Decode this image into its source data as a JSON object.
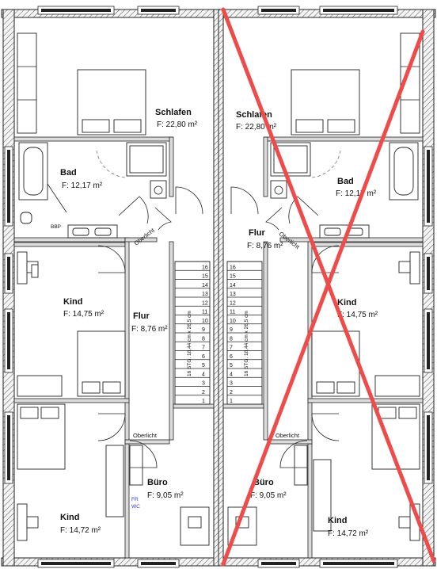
{
  "rooms": {
    "left": {
      "schlafen": {
        "name": "Schlafen",
        "area": "F: 22,80 m²"
      },
      "bad": {
        "name": "Bad",
        "area": "F: 12,17 m²"
      },
      "kind_top": {
        "name": "Kind",
        "area": "F: 14,75 m²"
      },
      "flur": {
        "name": "Flur",
        "area": "F: 8,76 m²"
      },
      "buero": {
        "name": "Büro",
        "area": "F: 9,05 m²"
      },
      "kind_bottom": {
        "name": "Kind",
        "area": "F: 14,72 m²"
      }
    },
    "right": {
      "schlafen": {
        "name": "Schlafen",
        "area": "F: 22,80 m²"
      },
      "bad": {
        "name": "Bad",
        "area": "F: 12,17 m²"
      },
      "kind_top": {
        "name": "Kind",
        "area": "F: 14,75 m²"
      },
      "flur": {
        "name": "Flur",
        "area": "F: 8,76 m²"
      },
      "buero": {
        "name": "Büro",
        "area": "F: 9,05 m²"
      },
      "kind_bottom": {
        "name": "Kind",
        "area": "F: 14,72 m²"
      }
    }
  },
  "labels": {
    "oberlicht": "Oberlicht",
    "stair_spec": "16 STG. 18,44 cm x 26,5 cm",
    "fr": "FR",
    "wc": "WC",
    "bbp": "BBP"
  },
  "stairs": {
    "left_steps": 16,
    "right_steps": 16
  },
  "colors": {
    "cross": "#ee4b4b",
    "note_blue": "#2a3bd0"
  }
}
